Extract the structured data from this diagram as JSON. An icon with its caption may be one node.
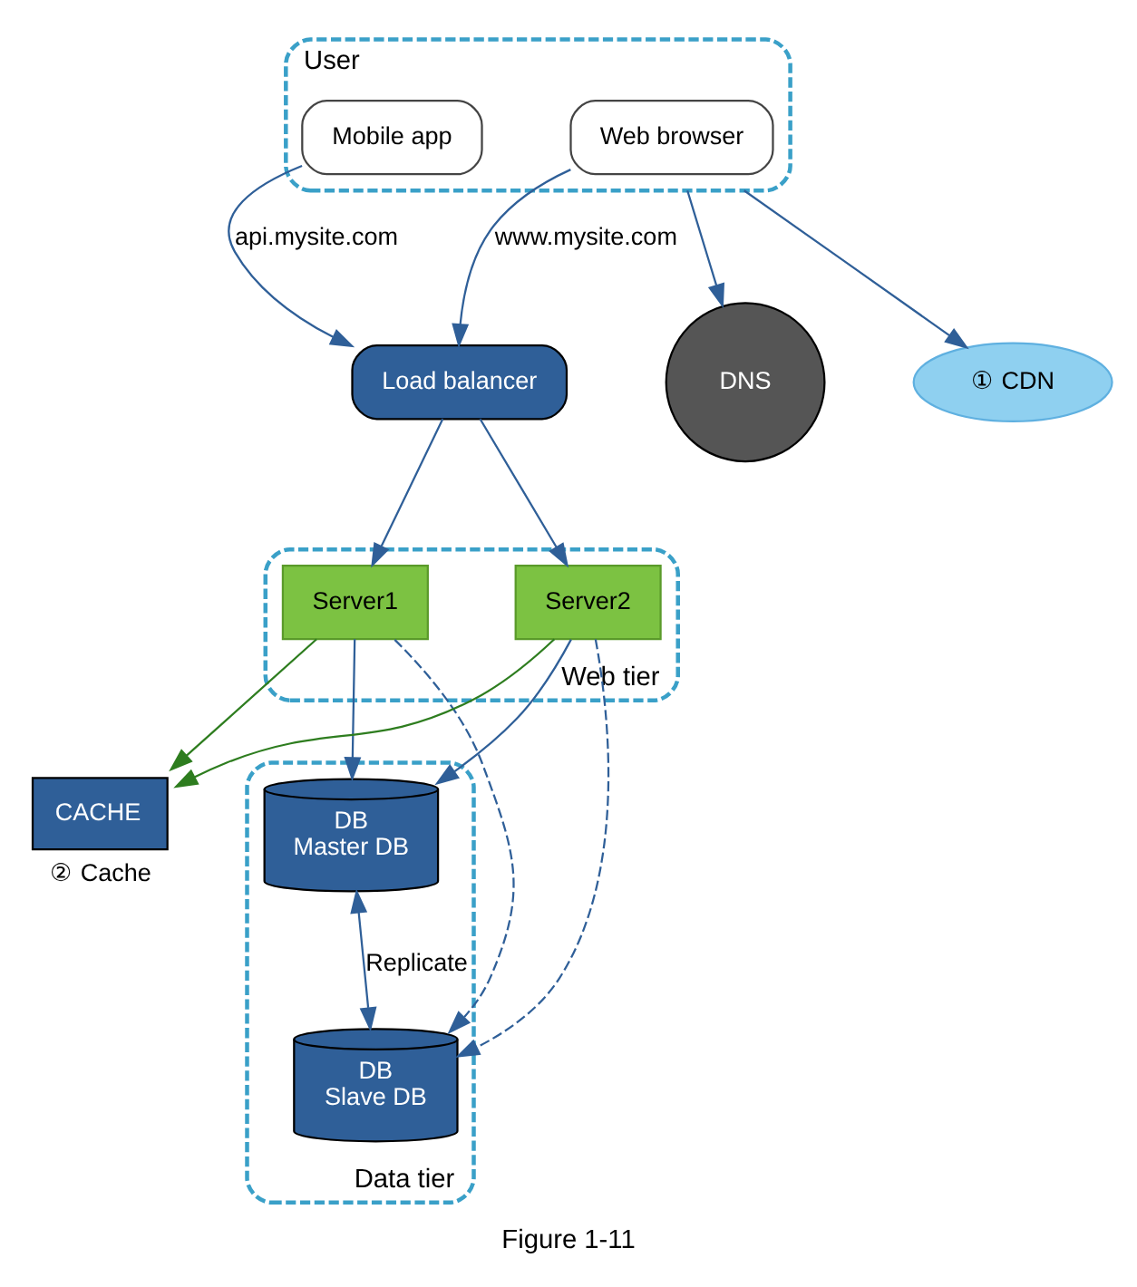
{
  "diagram": {
    "caption": "Figure 1-11",
    "nodes": [
      {
        "text": [
          "User"
        ]
      },
      {
        "text": [
          "Web browser"
        ],
        "in": 0
      },
      {
        "text": [
          "Mobile app"
        ],
        "in": 0
      },
      {
        "text": [
          "DNS"
        ]
      },
      {
        "text": [
          "① CDN"
        ]
      },
      {
        "text": [
          "Load balancer"
        ]
      },
      {
        "text": [
          "Web tier"
        ]
      },
      {
        "text": [
          "Server1"
        ],
        "in": 6
      },
      {
        "text": [
          "Server2"
        ],
        "in": 6
      },
      {
        "text": [
          "CACHE"
        ],
        "beside": [
          "② Cache"
        ]
      },
      {
        "text": [
          "Data tier"
        ]
      },
      {
        "text": [
          "DB",
          "Master DB"
        ],
        "in": 10
      },
      {
        "text": [
          "DB",
          "Slave DB"
        ],
        "in": 10
      }
    ],
    "edges": [
      {
        "from": 0,
        "to": 3,
        "arrow": "to"
      },
      {
        "from": 0,
        "to": 4,
        "arrow": "to"
      },
      {
        "from": 1,
        "to": 5,
        "arrow": "to",
        "label": "www.mysite.com"
      },
      {
        "from": 2,
        "to": 5,
        "arrow": "to",
        "label": "api.mysite.com"
      },
      {
        "from": 5,
        "to": 7,
        "arrow": "to"
      },
      {
        "from": 5,
        "to": 8,
        "arrow": "to"
      },
      {
        "from": 7,
        "to": 11,
        "arrow": "to"
      },
      {
        "from": 7,
        "to": 12,
        "arrow": "to",
        "style": "dashed"
      },
      {
        "from": 8,
        "to": 11,
        "arrow": "to"
      },
      {
        "from": 8,
        "to": 12,
        "arrow": "to",
        "style": "dashed"
      },
      {
        "from": 7,
        "to": 9,
        "arrow": "to",
        "color": "#2e7d1f"
      },
      {
        "from": 8,
        "to": 9,
        "arrow": "to",
        "color": "#2e7d1f"
      },
      {
        "from": 11,
        "to": 12,
        "arrow": "both",
        "label": "Replicate"
      }
    ]
  }
}
